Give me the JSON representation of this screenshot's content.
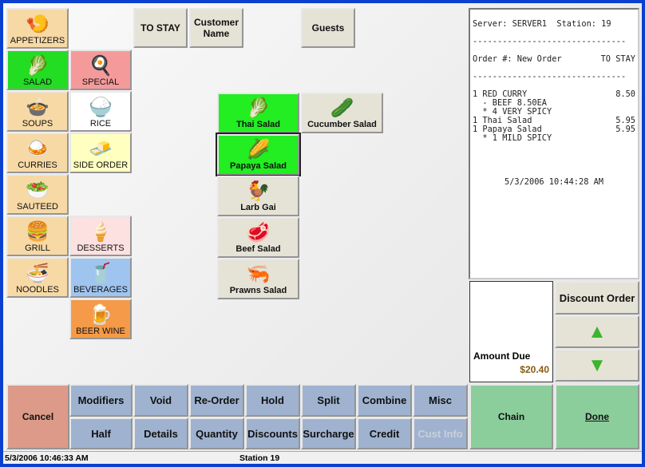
{
  "categories": [
    {
      "label": "APPETIZERS",
      "icon": "🍤",
      "color": "#f7d9a6"
    },
    {
      "label": "SALAD",
      "icon": "🥬",
      "color": "#22dd22"
    },
    {
      "label": "SPECIAL",
      "icon": "🍳",
      "color": "#f59a9a"
    },
    {
      "label": "SOUPS",
      "icon": "🍲",
      "color": "#f7d9a6"
    },
    {
      "label": "RICE",
      "icon": "🍚",
      "color": "#ffffff"
    },
    {
      "label": "CURRIES",
      "icon": "🍛",
      "color": "#f7d9a6"
    },
    {
      "label": "SIDE ORDER",
      "icon": "🧈",
      "color": "#ffffc0"
    },
    {
      "label": "SAUTEED",
      "icon": "🥗",
      "color": "#f7d9a6"
    },
    {
      "label": "GRILL",
      "icon": "🍔",
      "color": "#f7d9a6"
    },
    {
      "label": "DESSERTS",
      "icon": "🍦",
      "color": "#fde0e0"
    },
    {
      "label": "NOODLES",
      "icon": "🍜",
      "color": "#f7d9a6"
    },
    {
      "label": "BEVERAGES",
      "icon": "🥤",
      "color": "#9fc4ef"
    },
    {
      "label": "BEER WINE",
      "icon": "🍺",
      "color": "#f59a48"
    }
  ],
  "top": {
    "to_stay": "TO STAY",
    "customer_name": "Customer Name",
    "guests": "Guests"
  },
  "items": [
    {
      "label": "Thai Salad",
      "icon": "🥬",
      "color": "#22ee22"
    },
    {
      "label": "Cucumber Salad",
      "icon": "🥒",
      "color": "#e5e2d6"
    },
    {
      "label": "Papaya Salad",
      "icon": "🌽",
      "color": "#22ee22"
    },
    {
      "label": "Larb Gai",
      "icon": "🐓",
      "color": "#e5e2d6"
    },
    {
      "label": "Beef Salad",
      "icon": "🥩",
      "color": "#e5e2d6"
    },
    {
      "label": "Prawns Salad",
      "icon": "🦐",
      "color": "#e5e2d6"
    }
  ],
  "receipt": {
    "server_line": "Server: SERVER1  Station: 19",
    "sep": "-------------------------------",
    "order_label": "Order #: New Order",
    "order_type": "TO STAY",
    "lines": [
      {
        "text": "1 RED CURRY",
        "price": "8.50"
      },
      {
        "text": "  - BEEF 8.50EA",
        "price": ""
      },
      {
        "text": "  * 4 VERY SPICY",
        "price": ""
      },
      {
        "text": "1 Thai Salad",
        "price": "5.95"
      },
      {
        "text": "1 Papaya Salad",
        "price": "5.95"
      },
      {
        "text": "  * 1 MILD SPICY",
        "price": ""
      }
    ],
    "timestamp": "5/3/2006 10:44:28 AM"
  },
  "amount_due": {
    "label": "Amount Due",
    "value": "$20.40"
  },
  "side": {
    "discount_order": "Discount Order",
    "up": "▲",
    "down": "▼"
  },
  "bottom": {
    "cancel": "Cancel",
    "row1": [
      "Modifiers",
      "Void",
      "Re-Order",
      "Hold",
      "Split",
      "Combine",
      "Misc"
    ],
    "row2": [
      "Half",
      "Details",
      "Quantity",
      "Discounts",
      "Surcharge",
      "Credit",
      "Cust Info"
    ],
    "chain": "Chain",
    "done": "Done"
  },
  "status": {
    "datetime": "5/3/2006 10:46:33 AM",
    "station": "Station 19"
  }
}
